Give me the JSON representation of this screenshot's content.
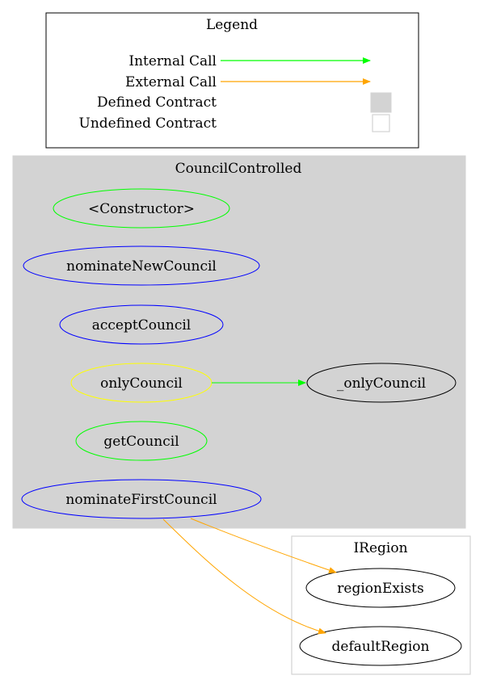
{
  "legend": {
    "title": "Legend",
    "internal_call": "Internal Call",
    "external_call": "External Call",
    "defined_contract": "Defined Contract",
    "undefined_contract": "Undefined Contract"
  },
  "clusters": {
    "council_controlled": "CouncilControlled",
    "iregion": "IRegion"
  },
  "nodes": {
    "constructor": "<Constructor>",
    "nominate_new_council": "nominateNewCouncil",
    "accept_council": "acceptCouncil",
    "only_council": "onlyCouncil",
    "only_council_internal": "_onlyCouncil",
    "get_council": "getCouncil",
    "nominate_first_council": "nominateFirstCouncil",
    "region_exists": "regionExists",
    "default_region": "defaultRegion"
  },
  "colors": {
    "internal_call": "#00ff00",
    "external_call": "#ffa500",
    "defined_fill": "#d3d3d3",
    "node_public": "#0000ff",
    "node_internal": "#00ff00",
    "node_modifier": "#ffff00",
    "node_default": "#000000"
  }
}
